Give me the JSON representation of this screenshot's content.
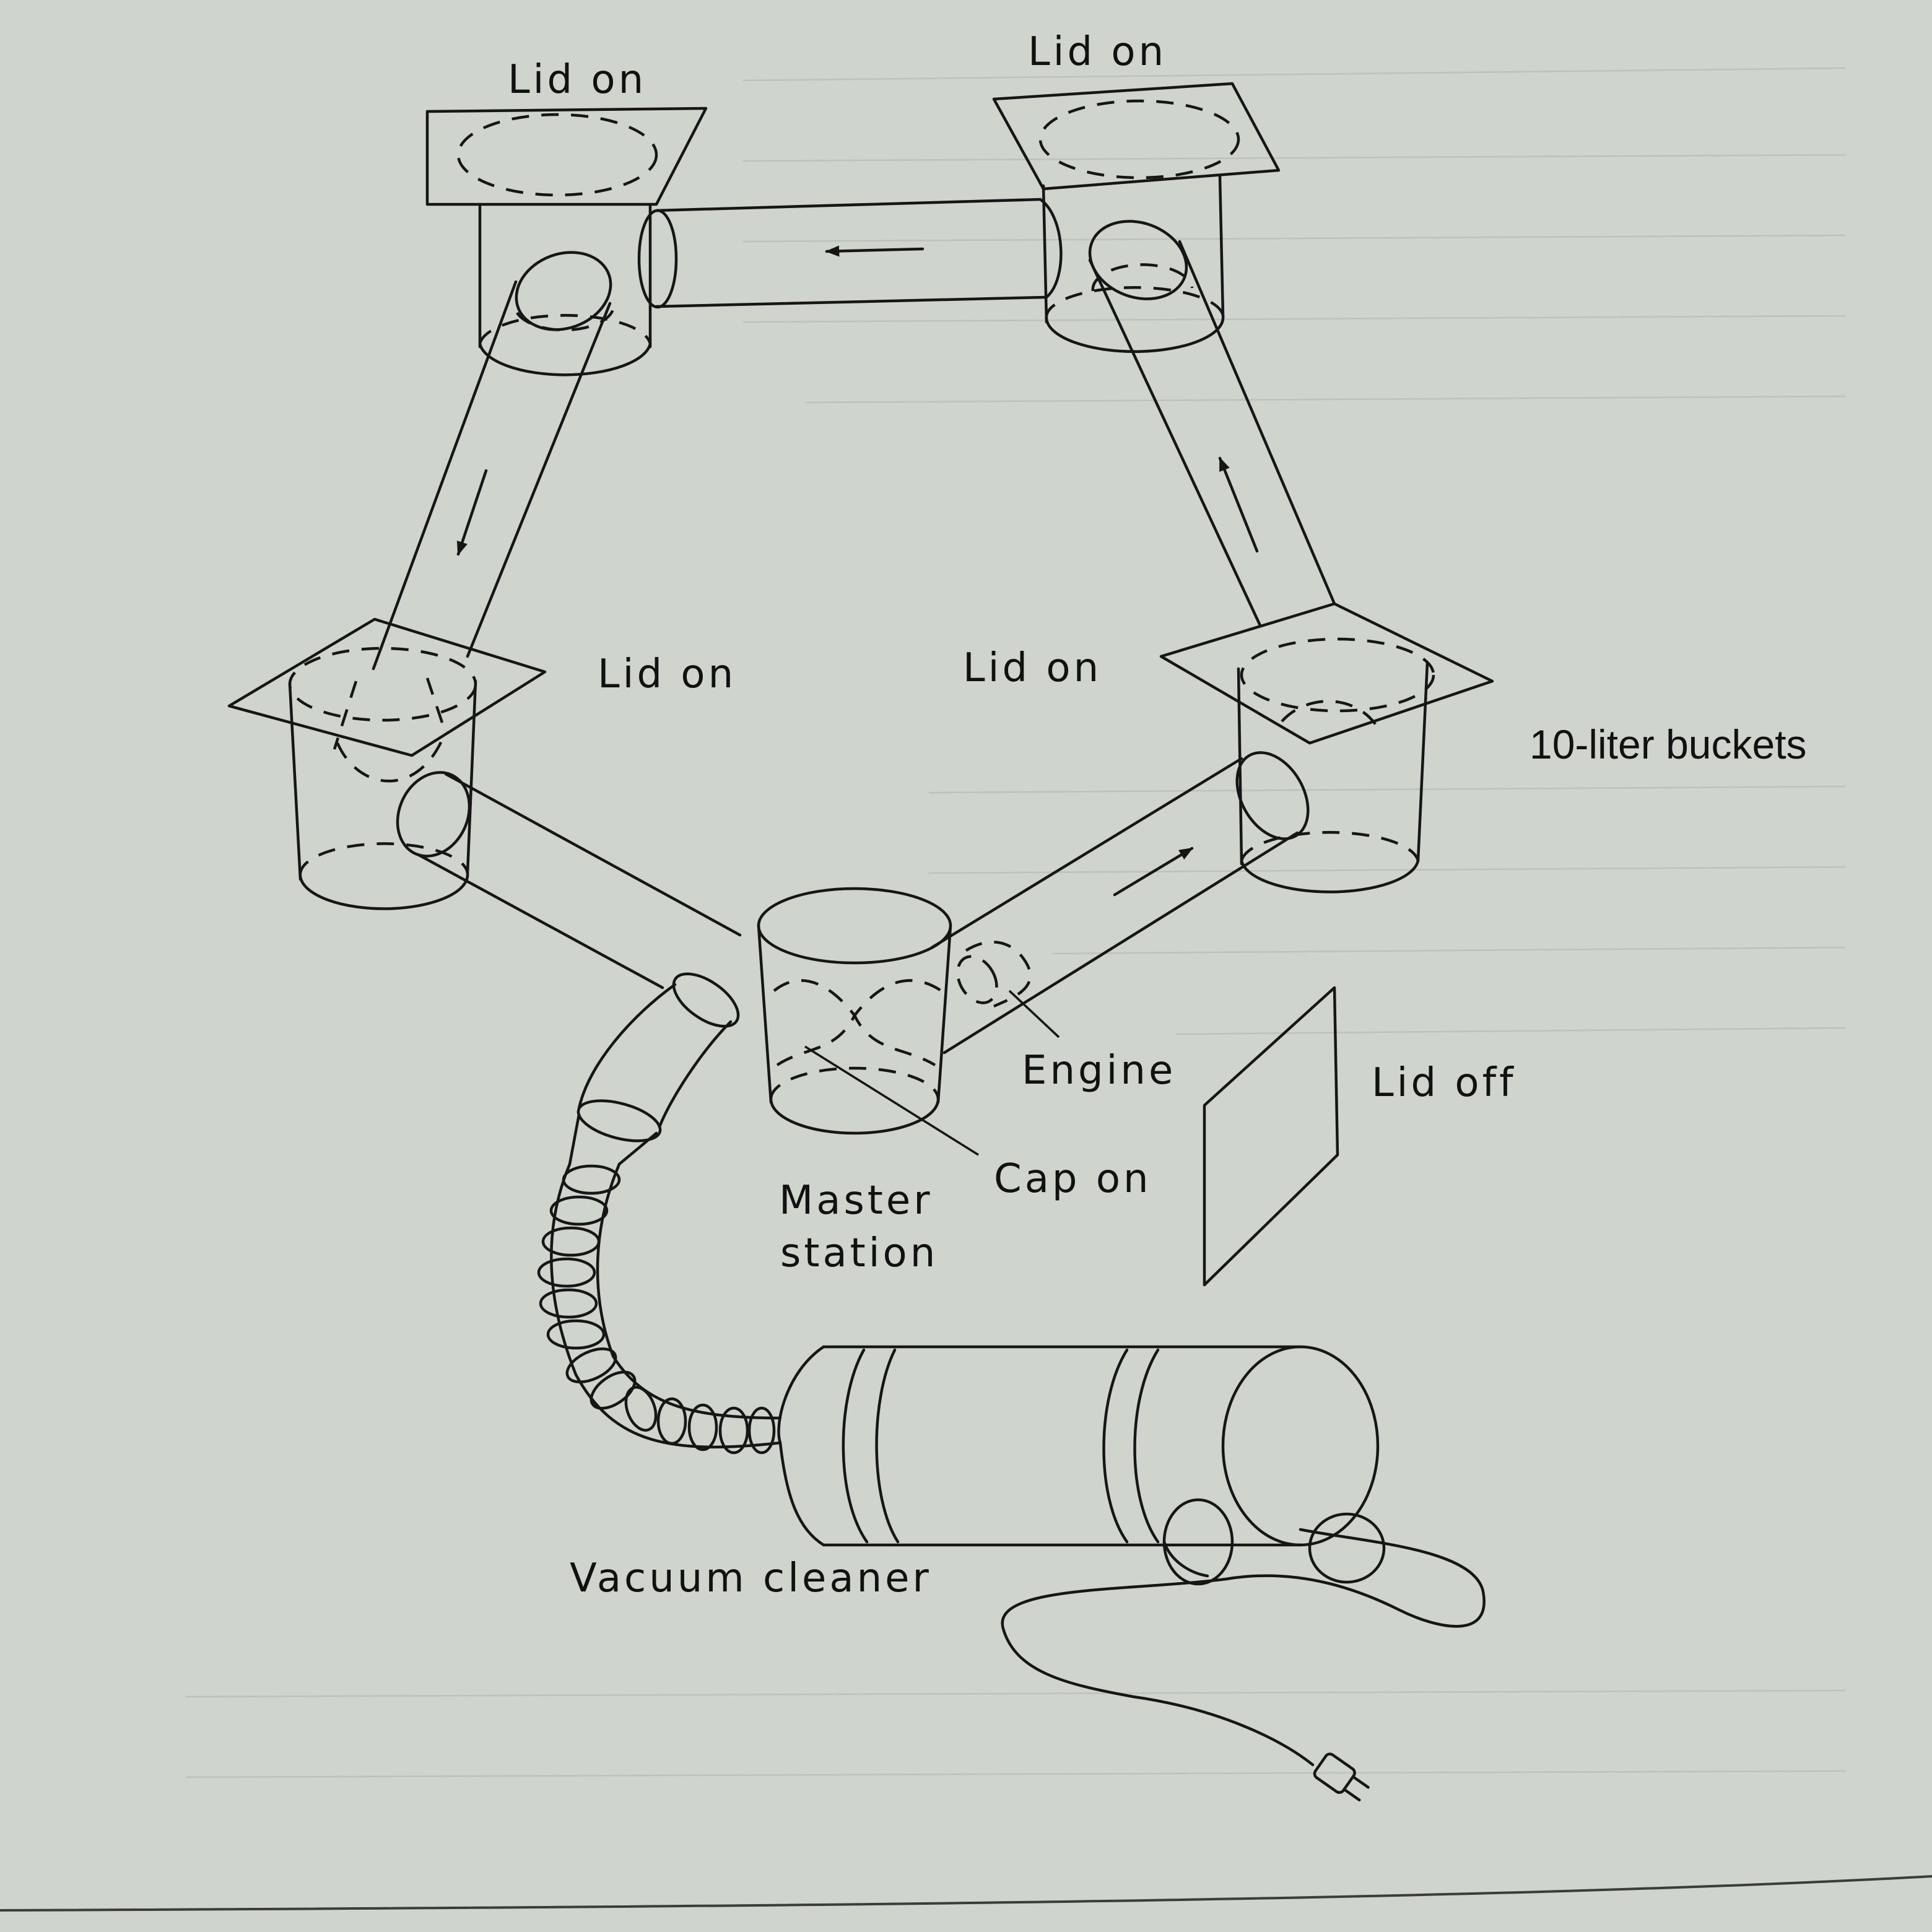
{
  "labels": {
    "lid_top_left": "Lid on",
    "lid_top_right": "Lid on",
    "lid_mid_left": "Lid on",
    "lid_mid_right": "Lid on",
    "buckets": "10-liter buckets",
    "engine": "Engine",
    "lid_off": "Lid off",
    "cap_on": "Cap on",
    "master_line1": "Master",
    "master_line2": "station",
    "vacuum": "Vacuum cleaner"
  },
  "colors": {
    "paper": "#cfd5cc",
    "ink": "#161616"
  },
  "icons": [
    "arrow-icon",
    "electric-plug-icon"
  ]
}
